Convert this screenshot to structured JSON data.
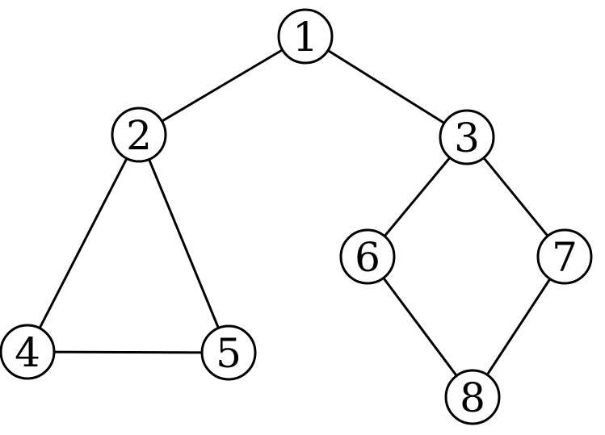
{
  "graph": {
    "nodes": [
      {
        "id": "1",
        "label": "1"
      },
      {
        "id": "2",
        "label": "2"
      },
      {
        "id": "3",
        "label": "3"
      },
      {
        "id": "4",
        "label": "4"
      },
      {
        "id": "5",
        "label": "5"
      },
      {
        "id": "6",
        "label": "6"
      },
      {
        "id": "7",
        "label": "7"
      },
      {
        "id": "8",
        "label": "8"
      }
    ],
    "edges": [
      {
        "from": "1",
        "to": "2"
      },
      {
        "from": "1",
        "to": "3"
      },
      {
        "from": "2",
        "to": "4"
      },
      {
        "from": "2",
        "to": "5"
      },
      {
        "from": "4",
        "to": "5"
      },
      {
        "from": "3",
        "to": "6"
      },
      {
        "from": "3",
        "to": "7"
      },
      {
        "from": "6",
        "to": "8"
      },
      {
        "from": "7",
        "to": "8"
      }
    ],
    "colors": {
      "stroke": "#000000",
      "fill": "#ffffff",
      "text": "#000000"
    }
  }
}
